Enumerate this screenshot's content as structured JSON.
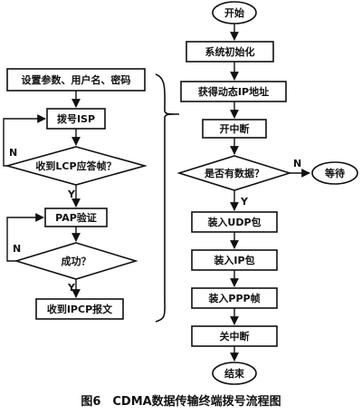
{
  "left": {
    "setup": "设置参数、用户名、密码",
    "dial": "拨号ISP",
    "lcp_check": "收到LCP应答帧？",
    "pap": "PAP验证",
    "success_check": "成功？",
    "ipcp": "收到IPCP报文"
  },
  "right": {
    "start": "开始",
    "init": "系统初始化",
    "get_ip": "获得动态IP地址",
    "int_on": "开中断",
    "data_check": "是否有数据？",
    "wait": "等待",
    "udp": "装入UDP包",
    "ip": "装入IP包",
    "ppp": "装入PPP帧",
    "int_off": "关中断",
    "end": "结束"
  },
  "labels": {
    "yes": "Y",
    "no": "N"
  },
  "caption": "图6　CDMA数据传输终端拨号流程图"
}
